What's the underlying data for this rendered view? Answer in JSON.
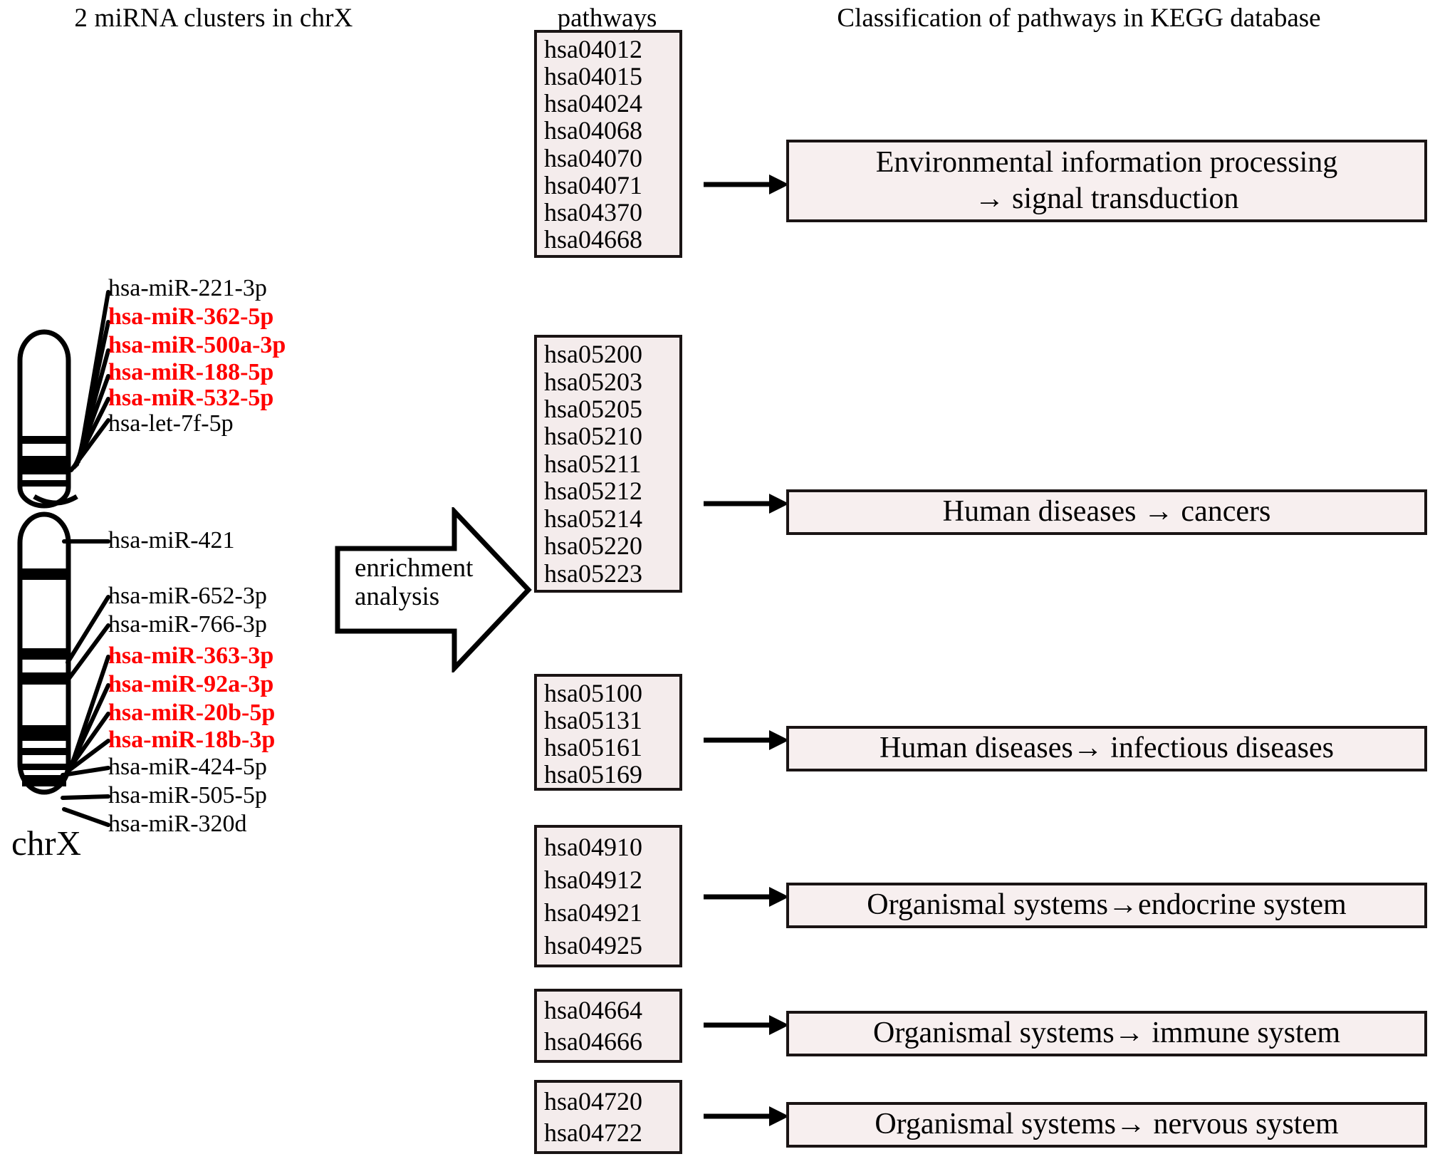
{
  "headings": {
    "left": "2 miRNA clusters in chrX",
    "pathways": "pathways",
    "kegg": "Classification of pathways in KEGG database"
  },
  "chromosome": {
    "label": "chrX",
    "name": "chrX-ideogram"
  },
  "enrichment": {
    "line1": "enrichment",
    "line2": "analysis"
  },
  "colors": {
    "highlight_red": "#ff0000",
    "box_fill": "#f4ecec",
    "box_border": "#1a1414",
    "text": "#000000"
  },
  "mirnas": [
    {
      "label": "hsa-miR-221-3p",
      "color": "black",
      "cluster": 1
    },
    {
      "label": "hsa-miR-362-5p",
      "color": "red",
      "cluster": 1
    },
    {
      "label": "hsa-miR-500a-3p",
      "color": "red",
      "cluster": 1
    },
    {
      "label": "hsa-miR-188-5p",
      "color": "red",
      "cluster": 1
    },
    {
      "label": "hsa-miR-532-5p",
      "color": "red",
      "cluster": 1
    },
    {
      "label": "hsa-let-7f-5p",
      "color": "black",
      "cluster": 1
    },
    {
      "label": "hsa-miR-421",
      "color": "black",
      "cluster": 2
    },
    {
      "label": "hsa-miR-652-3p",
      "color": "black",
      "cluster": 2
    },
    {
      "label": "hsa-miR-766-3p",
      "color": "black",
      "cluster": 2
    },
    {
      "label": "hsa-miR-363-3p",
      "color": "red",
      "cluster": 2
    },
    {
      "label": "hsa-miR-92a-3p",
      "color": "red",
      "cluster": 2
    },
    {
      "label": "hsa-miR-20b-5p",
      "color": "red",
      "cluster": 2
    },
    {
      "label": "hsa-miR-18b-3p",
      "color": "red",
      "cluster": 2
    },
    {
      "label": "hsa-miR-424-5p",
      "color": "black",
      "cluster": 2
    },
    {
      "label": "hsa-miR-505-5p",
      "color": "black",
      "cluster": 2
    },
    {
      "label": "hsa-miR-320d",
      "color": "black",
      "cluster": 2
    }
  ],
  "groups": [
    {
      "pathways": [
        "hsa04012",
        "hsa04015",
        "hsa04024",
        "hsa04068",
        "hsa04070",
        "hsa04071",
        "hsa04370",
        "hsa04668"
      ],
      "classification": "Environmental information processing\n→ signal transduction",
      "classification_lines": [
        "Environmental information processing",
        "→ signal transduction"
      ]
    },
    {
      "pathways": [
        "hsa05200",
        "hsa05203",
        "hsa05205",
        "hsa05210",
        "hsa05211",
        "hsa05212",
        "hsa05214",
        "hsa05220",
        "hsa05223"
      ],
      "classification": "Human diseases → cancers",
      "classification_lines": [
        "Human diseases → cancers"
      ]
    },
    {
      "pathways": [
        "hsa05100",
        "hsa05131",
        "hsa05161",
        "hsa05169"
      ],
      "classification": "Human diseases→ infectious diseases",
      "classification_lines": [
        "Human diseases→ infectious diseases"
      ]
    },
    {
      "pathways": [
        "hsa04910",
        "hsa04912",
        "hsa04921",
        "hsa04925"
      ],
      "classification": "Organismal systems→endocrine system",
      "classification_lines": [
        "Organismal systems→endocrine system"
      ]
    },
    {
      "pathways": [
        "hsa04664",
        "hsa04666"
      ],
      "classification": "Organismal systems→ immune system",
      "classification_lines": [
        "Organismal systems→ immune system"
      ]
    },
    {
      "pathways": [
        "hsa04720",
        "hsa04722"
      ],
      "classification": "Organismal systems→ nervous system",
      "classification_lines": [
        "Organismal systems→ nervous system"
      ]
    }
  ]
}
